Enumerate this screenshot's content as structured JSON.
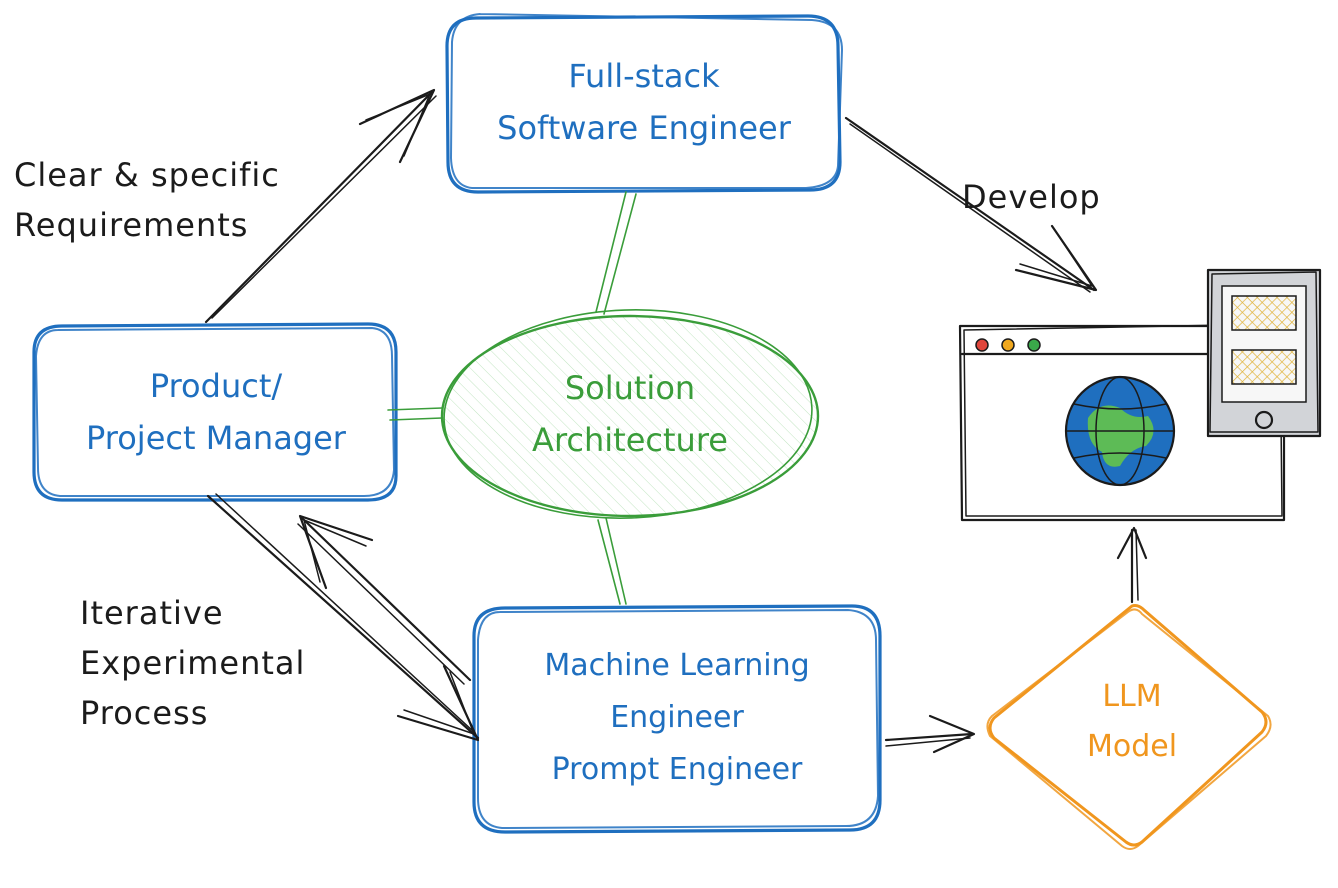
{
  "nodes": {
    "fullstack": "Full-stack\nSoftware Engineer",
    "pm": "Product/\nProject Manager",
    "solution": "Solution\nArchitecture",
    "ml": "Machine Learning\nEngineer\nPrompt Engineer",
    "llm": "LLM\nModel"
  },
  "annotations": {
    "requirements": "Clear & specific\nRequirements",
    "iterative": "Iterative\nExperimental\nProcess",
    "develop": "Develop"
  },
  "colors": {
    "role_blue": "#1f6fbf",
    "architecture_green": "#3a9d3a",
    "model_orange": "#f0961e",
    "ink": "#1b1b1b"
  },
  "icons": [
    "browser-window-icon",
    "globe-icon",
    "mobile-phone-icon"
  ]
}
